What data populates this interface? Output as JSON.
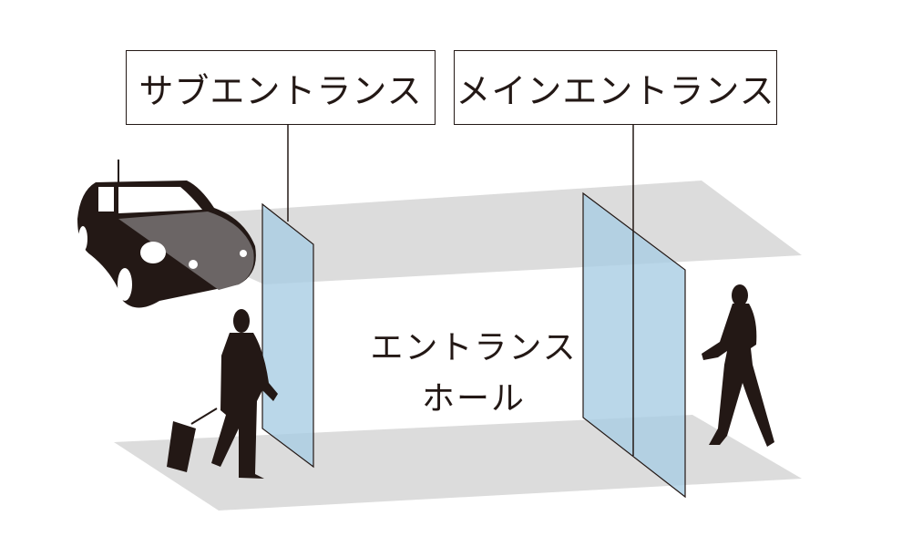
{
  "labels": {
    "sub_entrance": "サブエントランス",
    "main_entrance": "メインエントランス",
    "hall_line1": "エントランス",
    "hall_line2": "ホール"
  },
  "colors": {
    "plane": "#d9d9d9",
    "glass": "#a9cde3",
    "silhouette": "#231815",
    "car_highlight": "#6b6565"
  }
}
